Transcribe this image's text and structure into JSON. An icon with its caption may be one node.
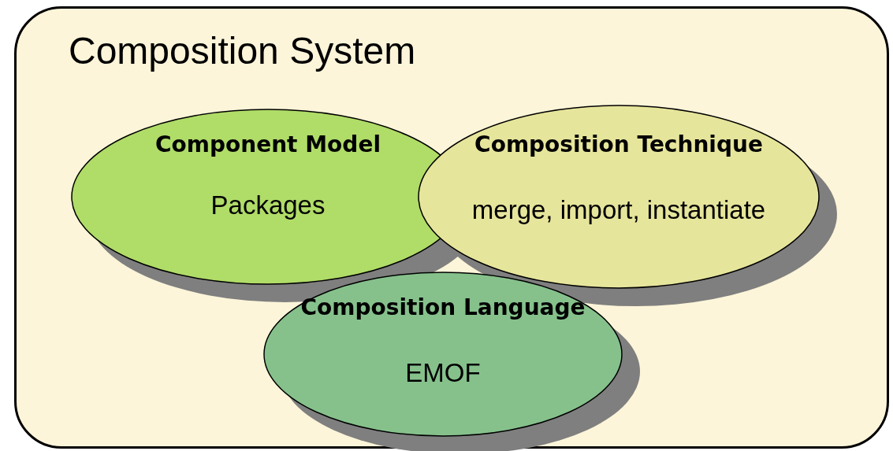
{
  "diagram": {
    "nodes": [
      {
        "text": [
          "Composition System"
        ]
      },
      {
        "text": [
          "Component Model",
          "Packages"
        ],
        "in": 0
      },
      {
        "text": [
          "Composition Technique",
          "merge, import, instantiate"
        ],
        "in": 0
      },
      {
        "text": [
          "Composition Language",
          "EMOF"
        ],
        "in": 0
      }
    ]
  }
}
